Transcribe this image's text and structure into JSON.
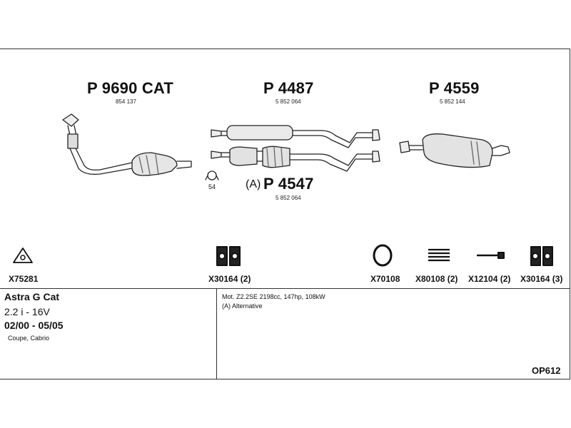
{
  "parts": {
    "p1": {
      "number": "P 9690 CAT",
      "code": "854 137"
    },
    "p2": {
      "number": "P 4487",
      "code": "5 852 064"
    },
    "p3": {
      "number": "P 4559",
      "code": "5 852 144"
    },
    "p4": {
      "prefix": "(A)",
      "number": "P 4547",
      "code": "5 852 064"
    },
    "clamp_qty": "54"
  },
  "accessories": {
    "a1": "X75281",
    "a2": "X30164 (2)",
    "a3": "X70108",
    "a4": "X80108 (2)",
    "a5": "X12104 (2)",
    "a6": "X30164 (3)"
  },
  "vehicle": {
    "model": "Astra G Cat",
    "engine": "2.2 i - 16V",
    "years": "02/00 - 05/05",
    "body": "Coupe, Cabrio"
  },
  "notes": {
    "motor": "Mot. Z2.2SE 2198cc, 147hp, 108kW",
    "alt": "(A) Alternative"
  },
  "diagram_code": "OP612"
}
